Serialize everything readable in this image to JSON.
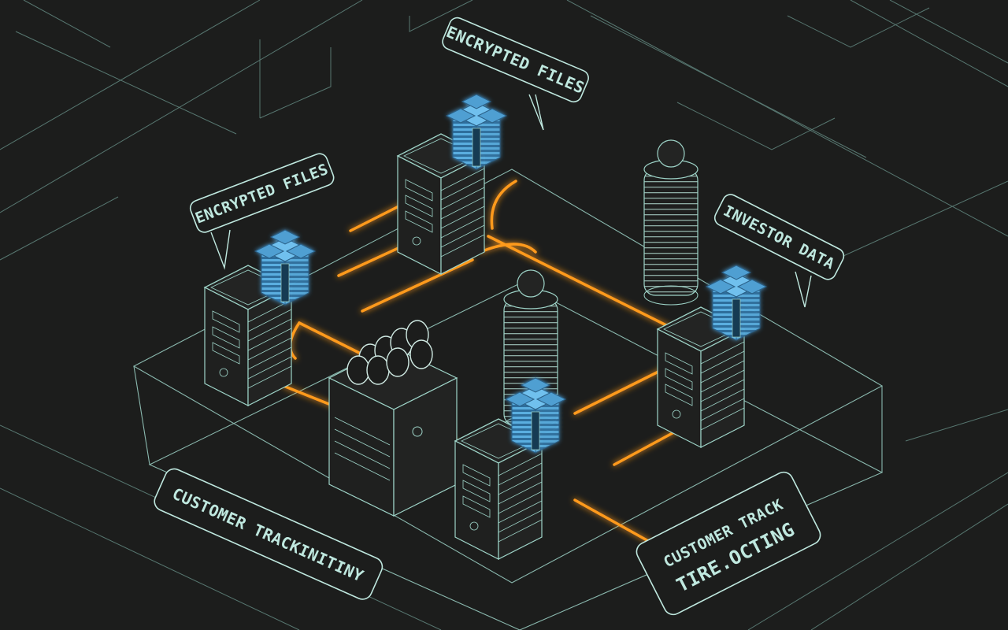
{
  "labels": {
    "top_encrypted": "ENCRYPTED FILES",
    "left_encrypted": "ENCRYPTED FILES",
    "investor": "INVESTOR DATA",
    "customer_left": "CUSTOMER TRACKINITINY",
    "customer_right_line1": "CUSTOMER TRACK",
    "customer_right_line2": "TIRE.OCTING"
  },
  "colors": {
    "background": "#1c1d1c",
    "wire": "#9ed4c8",
    "glow": "#ff9a1f",
    "storage_blue": "#3d8fc8"
  },
  "icons": {
    "server_node": "server-stack-icon",
    "storage_cube": "storage-cube-icon",
    "database_tower": "database-cylinder-icon",
    "coil_stack": "coil-stack-icon"
  }
}
